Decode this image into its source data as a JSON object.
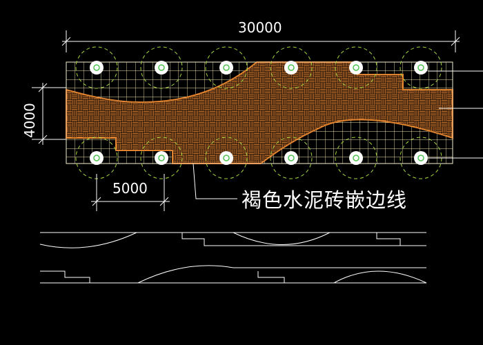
{
  "drawing": {
    "background_color": "#000000",
    "line_color": "#ffffff",
    "tile_grid_color": "#f2e6a8",
    "paving_color": "#b86b2a",
    "paving_outline_color": "#e0832f",
    "tree_canopy_color": "#a6d640",
    "tree_trunk_color": "#4ec24e"
  },
  "dimensions": {
    "overall_length": "30000",
    "width": "4000",
    "tree_spacing": "5000"
  },
  "callout": {
    "label": "褐色水泥砖嵌边线"
  },
  "layout": {
    "trees_top_row": 6,
    "trees_bottom_row": 6
  }
}
